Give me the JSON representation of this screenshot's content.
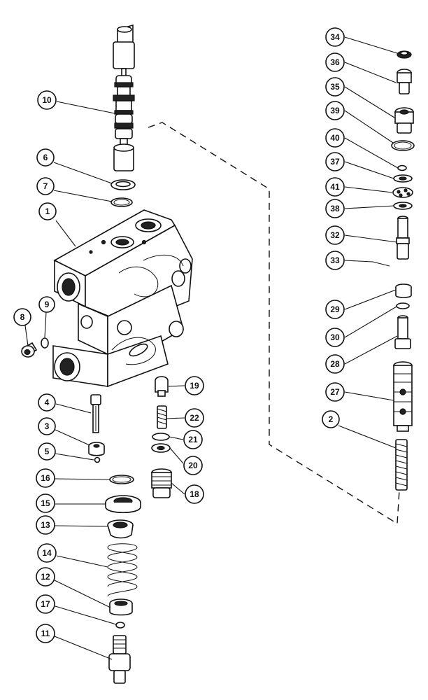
{
  "diagram": {
    "callouts": [
      {
        "id": "c34",
        "label": "34"
      },
      {
        "id": "c36",
        "label": "36"
      },
      {
        "id": "c35",
        "label": "35"
      },
      {
        "id": "c39",
        "label": "39"
      },
      {
        "id": "c40",
        "label": "40"
      },
      {
        "id": "c37",
        "label": "37"
      },
      {
        "id": "c41",
        "label": "41"
      },
      {
        "id": "c38",
        "label": "38"
      },
      {
        "id": "c32",
        "label": "32"
      },
      {
        "id": "c33",
        "label": "33"
      },
      {
        "id": "c29",
        "label": "29"
      },
      {
        "id": "c30",
        "label": "30"
      },
      {
        "id": "c28",
        "label": "28"
      },
      {
        "id": "c27",
        "label": "27"
      },
      {
        "id": "c2",
        "label": "2"
      },
      {
        "id": "c10",
        "label": "10"
      },
      {
        "id": "c6",
        "label": "6"
      },
      {
        "id": "c7",
        "label": "7"
      },
      {
        "id": "c1",
        "label": "1"
      },
      {
        "id": "c9",
        "label": "9"
      },
      {
        "id": "c8",
        "label": "8"
      },
      {
        "id": "c4",
        "label": "4"
      },
      {
        "id": "c3",
        "label": "3"
      },
      {
        "id": "c5",
        "label": "5"
      },
      {
        "id": "c19",
        "label": "19"
      },
      {
        "id": "c22",
        "label": "22"
      },
      {
        "id": "c21",
        "label": "21"
      },
      {
        "id": "c20",
        "label": "20"
      },
      {
        "id": "c16",
        "label": "16"
      },
      {
        "id": "c15",
        "label": "15"
      },
      {
        "id": "c18",
        "label": "18"
      },
      {
        "id": "c13",
        "label": "13"
      },
      {
        "id": "c14",
        "label": "14"
      },
      {
        "id": "c12",
        "label": "12"
      },
      {
        "id": "c17",
        "label": "17"
      },
      {
        "id": "c11",
        "label": "11"
      }
    ]
  }
}
